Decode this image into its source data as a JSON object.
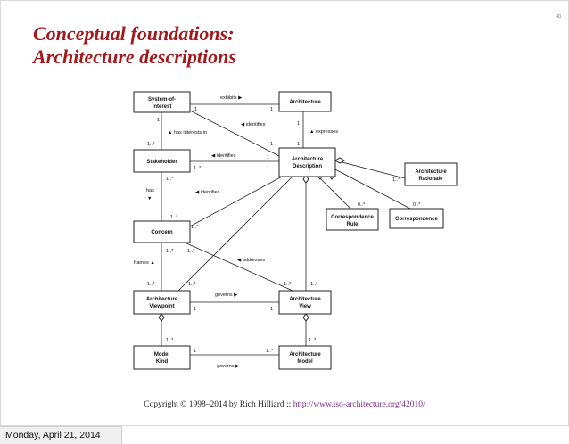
{
  "slide": {
    "page_number": "40",
    "title_line1": "Conceptual foundations:",
    "title_line2": "Architecture descriptions",
    "copyright_prefix": "Copyright © 1998–2014 by Rich Hilliard :: ",
    "copyright_link": "http://www.iso-architecture.org/42010/",
    "date": "Monday, April 21, 2014"
  },
  "diagram": {
    "boxes": {
      "soi1": "System-of-",
      "soi2": "Interest",
      "arch": "Architecture",
      "stake": "Stakeholder",
      "ad1": "Architecture",
      "ad2": "Description",
      "ar1": "Architecture",
      "ar2": "Rationale",
      "concern": "Concern",
      "cr1": "Correspondence",
      "cr2": "Rule",
      "corr": "Correspondence",
      "avp1": "Architecture",
      "avp2": "Viewpoint",
      "av1": "Architecture",
      "av2": "View",
      "mk1": "Model",
      "mk2": "Kind",
      "am1": "Architecture",
      "am2": "Model"
    },
    "labels": {
      "exhibits": "exhibits ▶",
      "identifies": "◀ identifies",
      "has_interests_in": "▲ has interests in",
      "expresses": "▲ expresses",
      "has": "has",
      "has_arrow": "▼",
      "frames": "frames ▲",
      "addresses": "◀ addresses",
      "governs": "governs ▶"
    },
    "mult": {
      "one": "1",
      "many": "1..*",
      "zero_many": "0..*"
    }
  }
}
